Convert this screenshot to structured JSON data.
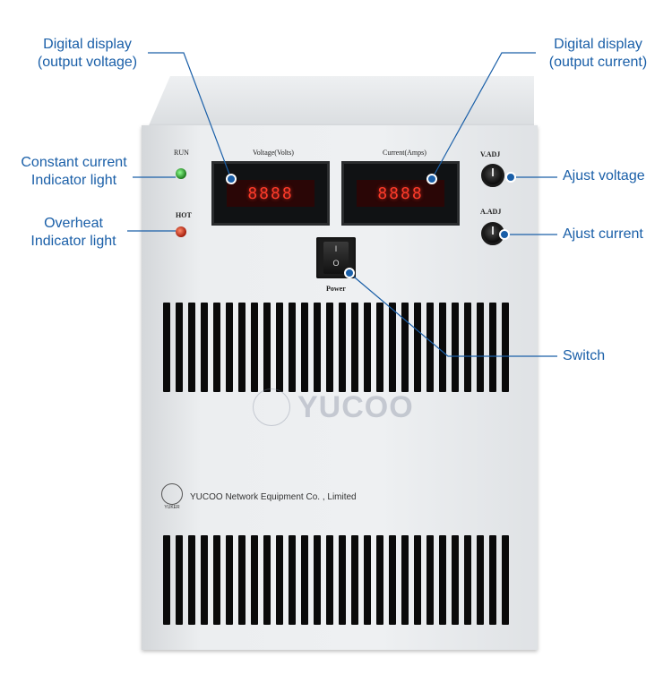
{
  "callouts": {
    "display_voltage": {
      "line1": "Digital display",
      "line2": "(output voltage)"
    },
    "display_current": {
      "line1": "Digital display",
      "line2": "(output current)"
    },
    "cc_indicator": {
      "line1": "Constant current",
      "line2": "Indicator light"
    },
    "overheat_indicator": {
      "line1": "Overheat",
      "line2": "Indicator light"
    },
    "adjust_voltage": "Ajust voltage",
    "adjust_current": "Ajust current",
    "switch": "Switch"
  },
  "panel": {
    "run_label": "RUN",
    "hot_label": "HOT",
    "voltage_label": "Voltage(Volts)",
    "current_label": "Current(Amps)",
    "voltage_digits": "8888",
    "current_digits": "8888",
    "vadj_label": "V.ADJ",
    "aadj_label": "A.ADJ",
    "power_label": "Power",
    "switch_on_mark": "I",
    "switch_off_mark": "O"
  },
  "branding": {
    "watermark": "YUCOO",
    "company": "YUCOO Network Equipment Co. , Limited",
    "logo_text": "YUKER"
  },
  "colors": {
    "callout_text": "#1a5fa8",
    "leader_line": "#1a5fa8",
    "led_run": "#2dbb2d",
    "led_hot": "#c8230e",
    "display_digits": "#ff3b2a"
  },
  "icons": {
    "knob": "rotary-knob-icon",
    "switch": "rocker-switch-icon",
    "logo": "company-logo-icon"
  }
}
